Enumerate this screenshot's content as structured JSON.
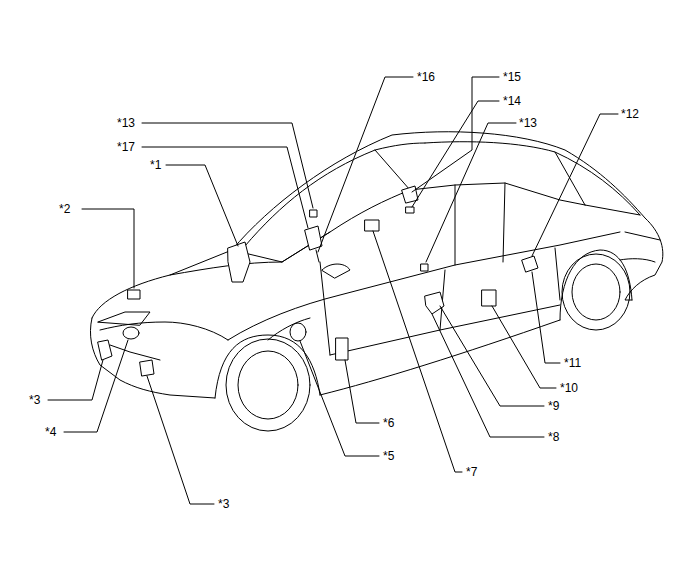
{
  "diagram": {
    "labels": [
      "*16",
      "*15",
      "*14",
      "*13",
      "*13",
      "*12",
      "*17",
      "*1",
      "*2",
      "*11",
      "*3",
      "*10",
      "*4",
      "*9",
      "*6",
      "*8",
      "*5",
      "*7",
      "*3"
    ]
  }
}
